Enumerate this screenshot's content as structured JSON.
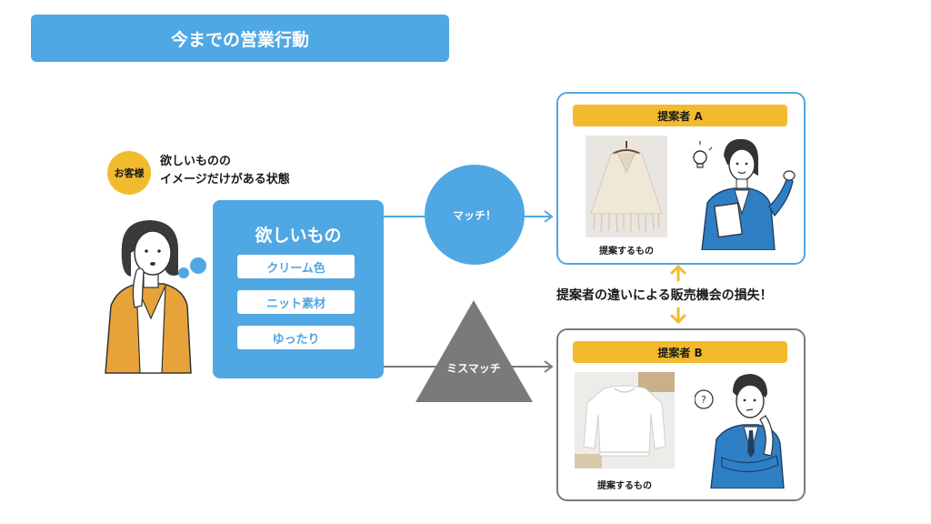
{
  "title": "今までの営業行動",
  "customer": {
    "badge": "お客様",
    "desc_line1": "欲しいものの",
    "desc_line2": "イメージだけがある状態"
  },
  "wants": {
    "title": "欲しいもの",
    "items": [
      "クリーム色",
      "ニット素材",
      "ゆったり"
    ]
  },
  "match_label": "マッチ！",
  "mismatch_label": "ミスマッチ",
  "proposer_a": {
    "header": "提案者 A",
    "caption": "提案するもの"
  },
  "proposer_b": {
    "header": "提案者 B",
    "caption": "提案するもの"
  },
  "loss_text": "提案者の違いによる販売機会の損失！",
  "colors": {
    "blue": "#4fa7e3",
    "yellow": "#f2bb2e",
    "gray": "#7a7a7a",
    "customer_jacket": "#e8a23a",
    "proposer_suit": "#2f7fc4"
  }
}
